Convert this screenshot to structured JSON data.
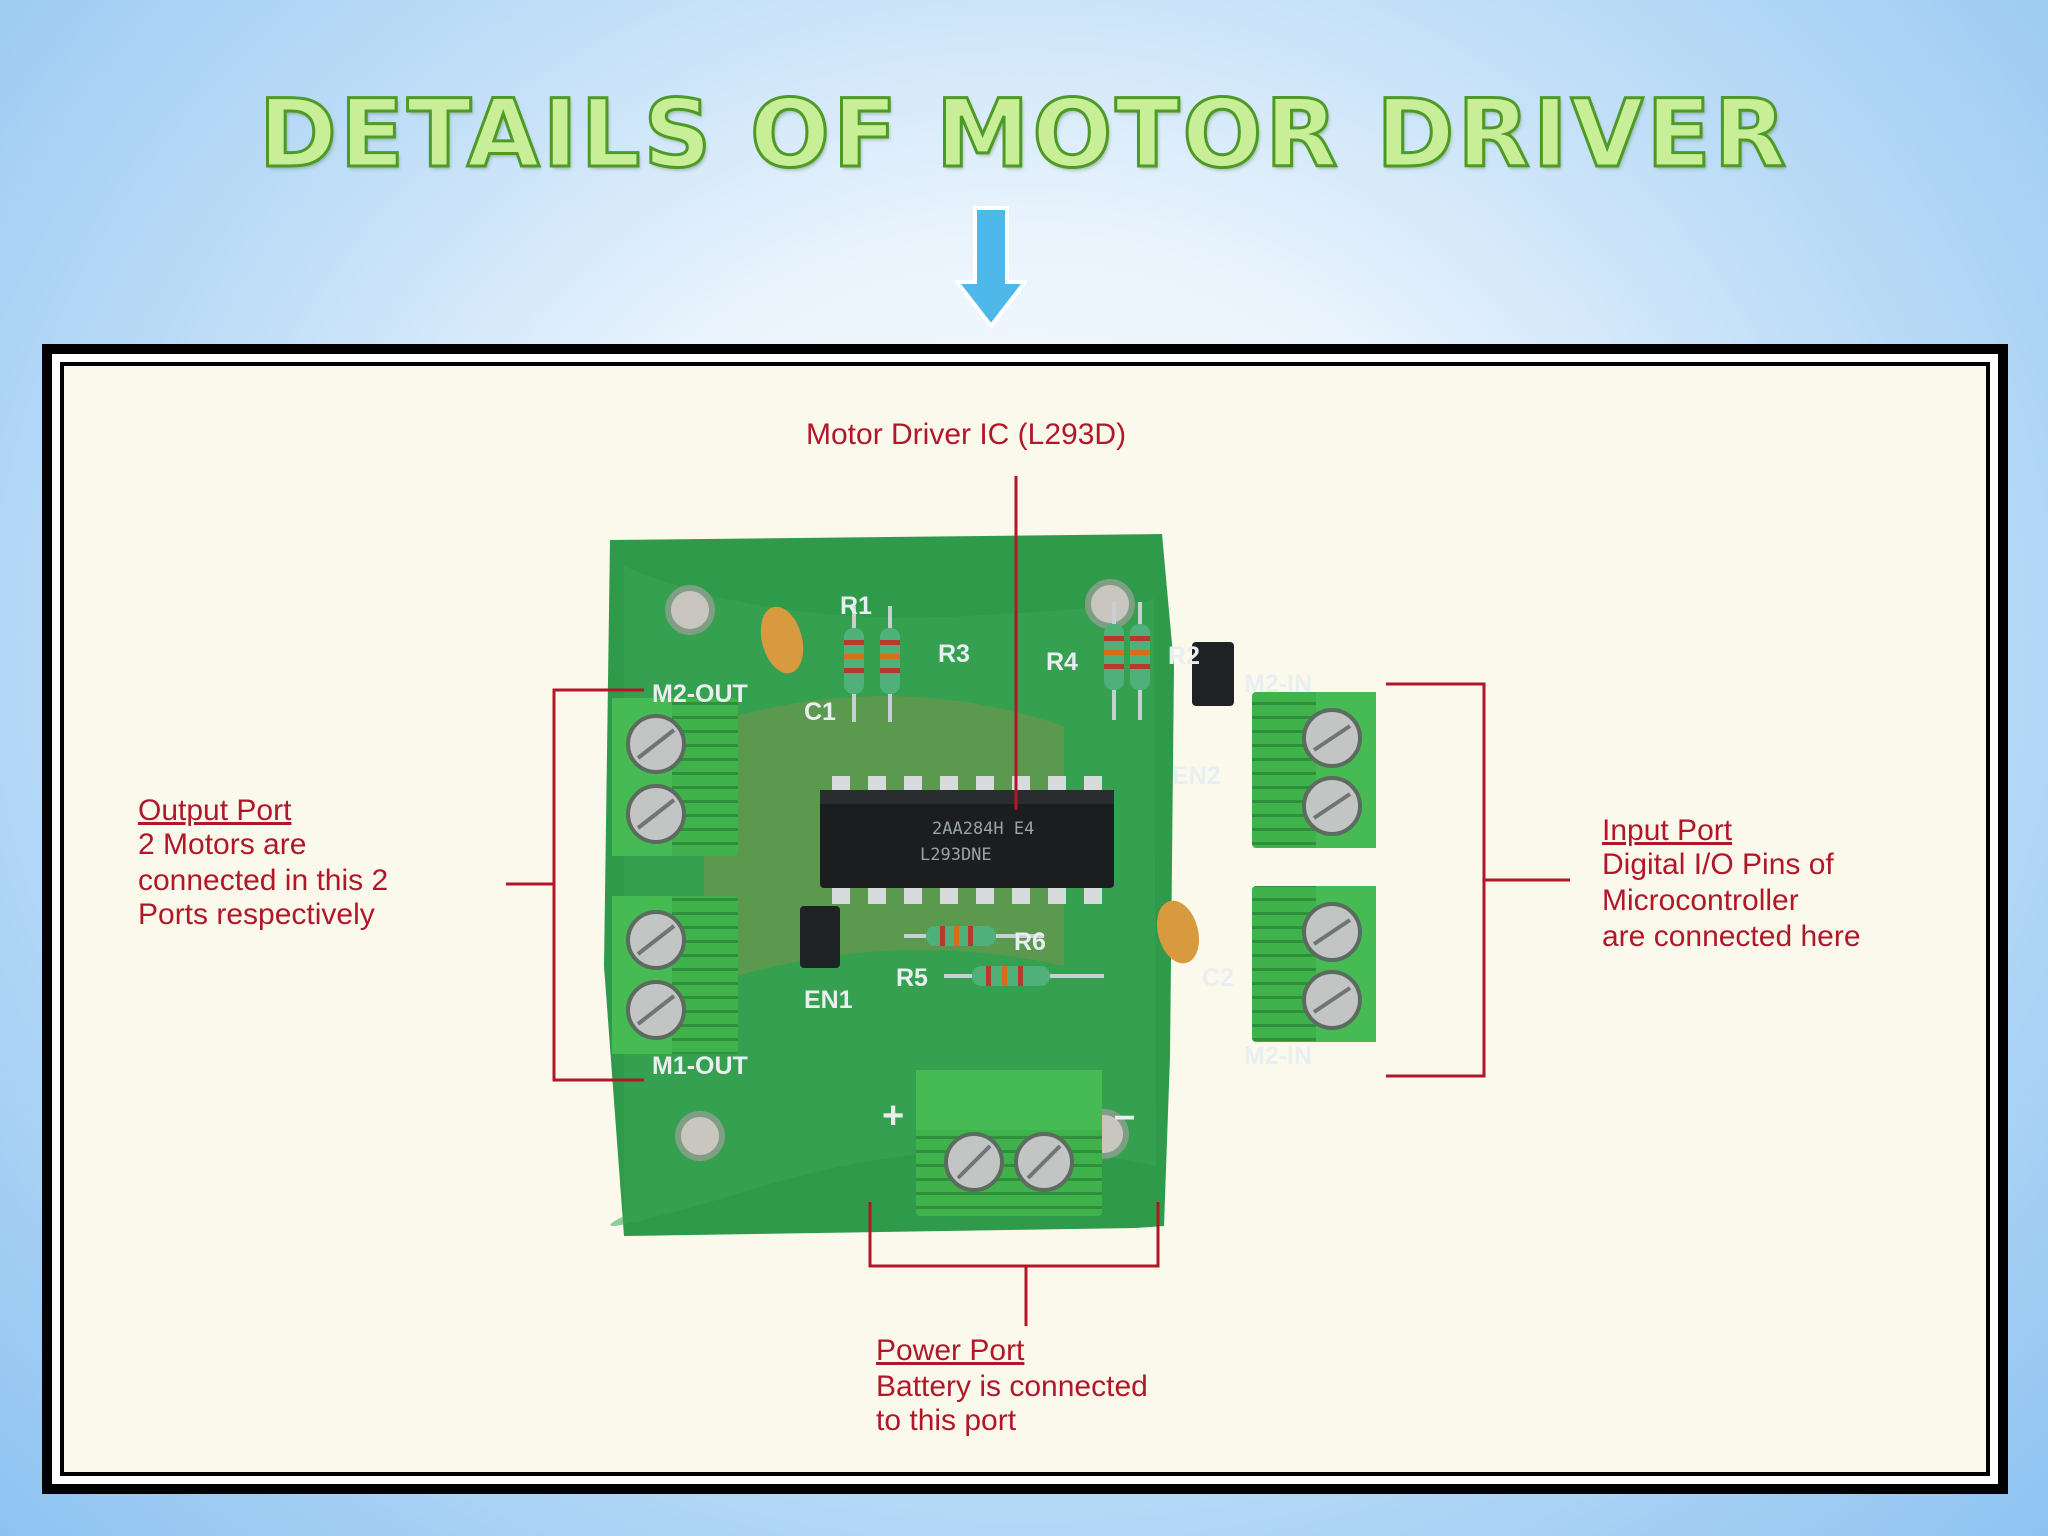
{
  "slide": {
    "title": "DETAILS OF MOTOR DRIVER"
  },
  "colors": {
    "title_fill": "#c8ef98",
    "title_stroke": "#4e9a26",
    "arrow": "#4fb8ea",
    "annotation": "#b0182a",
    "pcb": "#2e9a4a",
    "terminal": "#3fb24c"
  },
  "annotations": {
    "ic": {
      "label": "Motor Driver IC (L293D)"
    },
    "output": {
      "title": "Output Port",
      "lines": [
        "2 Motors are",
        "connected in this 2",
        "Ports respectively"
      ]
    },
    "input": {
      "title": "Input Port",
      "lines": [
        "Digital I/O Pins of",
        "Microcontroller",
        "are connected here"
      ]
    },
    "power": {
      "title": "Power Port",
      "lines": [
        "Battery is connected",
        "to this port"
      ]
    }
  },
  "board": {
    "silkscreen": {
      "r1": "R1",
      "r2": "R2",
      "r3": "R3",
      "r4": "R4",
      "r5": "R5",
      "r6": "R6",
      "c1": "C1",
      "c2": "C2",
      "en1": "EN1",
      "en2": "EN2",
      "m2_out": "M2-OUT",
      "m1_out": "M1-OUT",
      "m2_in_top": "M2-IN",
      "m2_in_bottom": "M2-IN",
      "plus": "+",
      "minus": "–"
    },
    "chip": {
      "line1": "2AA284H E4",
      "line2": "L293DNE"
    }
  }
}
